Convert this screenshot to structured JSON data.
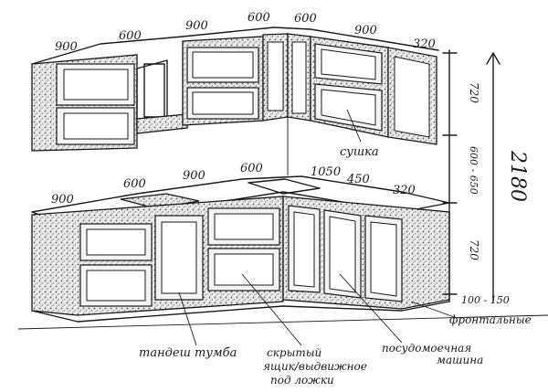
{
  "dimensions_top": [
    "900",
    "600",
    "900",
    "600",
    "600",
    "900",
    "320"
  ],
  "dimensions_bottom": [
    "900",
    "600",
    "900",
    "600",
    "1050",
    "450",
    "320"
  ],
  "dimensions_right": {
    "upper_height": "720",
    "middle_gap": "600 - 650",
    "lower_height": "720",
    "plinth": "100 - 150",
    "total_height": "2180"
  },
  "annotations": {
    "dryer": "сушка",
    "tabletop_drawers": "тандеш тумба",
    "hidden_drawers_line1": "скрытый",
    "hidden_drawers_line2": "ящик/выдвижное",
    "hidden_drawers_line3": "под ложки",
    "dishwasher_line1": "посудомоечная",
    "dishwasher_line2": "машина",
    "plinth_note": "фронтальные"
  }
}
